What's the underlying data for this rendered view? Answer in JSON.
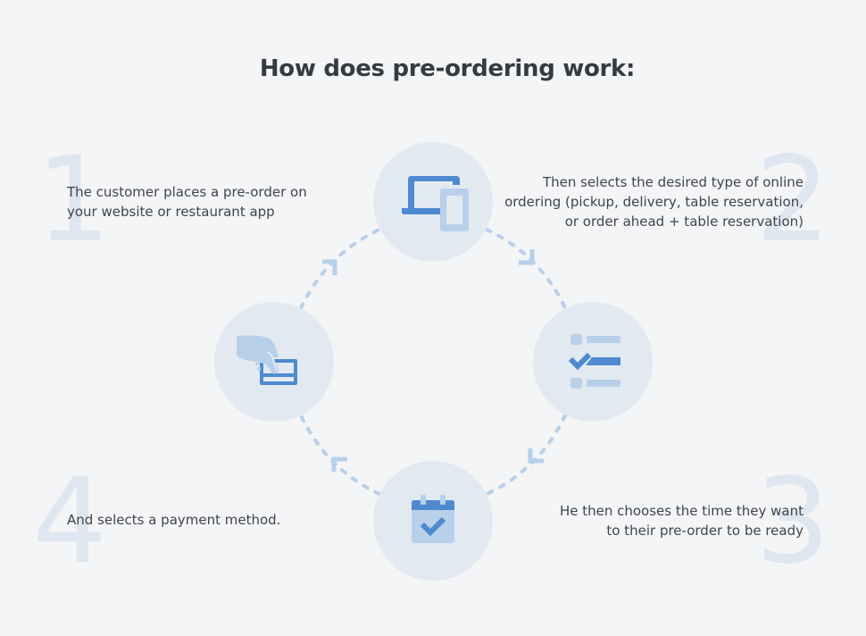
{
  "title": "How does pre-ordering work:",
  "colors": {
    "background": "#f4f5f7",
    "circle": "#e2e9f1",
    "numeral": "#dee6ef",
    "accent_dark": "#4f8ad0",
    "accent_light": "#b8d0ea",
    "text": "#3f454c"
  },
  "steps": [
    {
      "number": "1",
      "icon": "devices-icon",
      "lines": [
        "The customer places a pre-order on",
        "your website or restaurant app"
      ]
    },
    {
      "number": "2",
      "icon": "checklist-icon",
      "lines": [
        "Then selects the desired type of online",
        "ordering (pickup, delivery, table reservation,",
        "or order ahead + table reservation)"
      ]
    },
    {
      "number": "3",
      "icon": "calendar-check-icon",
      "lines": [
        "He then chooses the time they want",
        "to their pre-order to be ready"
      ]
    },
    {
      "number": "4",
      "icon": "hand-card-payment-icon",
      "lines": [
        "And selects a payment method."
      ]
    }
  ]
}
